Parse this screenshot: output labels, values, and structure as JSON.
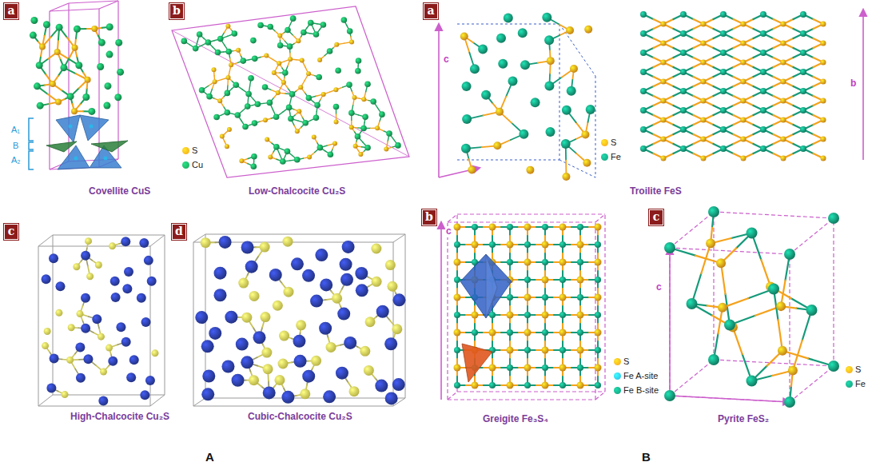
{
  "diagram": {
    "nodes": [
      {
        "text": [
          "a"
        ]
      },
      {
        "text": [
          "b"
        ]
      },
      {
        "text": [
          "c"
        ]
      },
      {
        "text": [
          "d"
        ]
      },
      {
        "text": [
          "a"
        ]
      },
      {
        "text": [
          "b"
        ]
      },
      {
        "text": [
          "c"
        ]
      }
    ],
    "labels": [
      "A₁",
      "B",
      "A₂",
      "Covellite CuS",
      "Low-Chalcocite Cu₂S",
      "High-Chalcocite Cu₂S",
      "Cubic-Chalcocite Cu₂S",
      "c",
      "b",
      "Troilite FeS",
      "c",
      "Greigite Fe₃S₄",
      "c",
      "Pyrite FeS₂",
      "A",
      "B"
    ],
    "legend": [
      {
        "text": "S",
        "color": "#f5a21b"
      },
      {
        "text": "Cu",
        "color": "#1ba05c"
      },
      {
        "text": "S",
        "color": "#f5a21b"
      },
      {
        "text": "Fe",
        "color": "#159a7a"
      },
      {
        "text": "S",
        "color": "#f5a21b"
      },
      {
        "text": "Fe A-site",
        "color": "#2ab4e6"
      },
      {
        "text": "Fe B-site",
        "color": "#159a7a"
      },
      {
        "text": "S",
        "color": "#f5a21b"
      },
      {
        "text": "Fe",
        "color": "#159a7a"
      }
    ]
  }
}
